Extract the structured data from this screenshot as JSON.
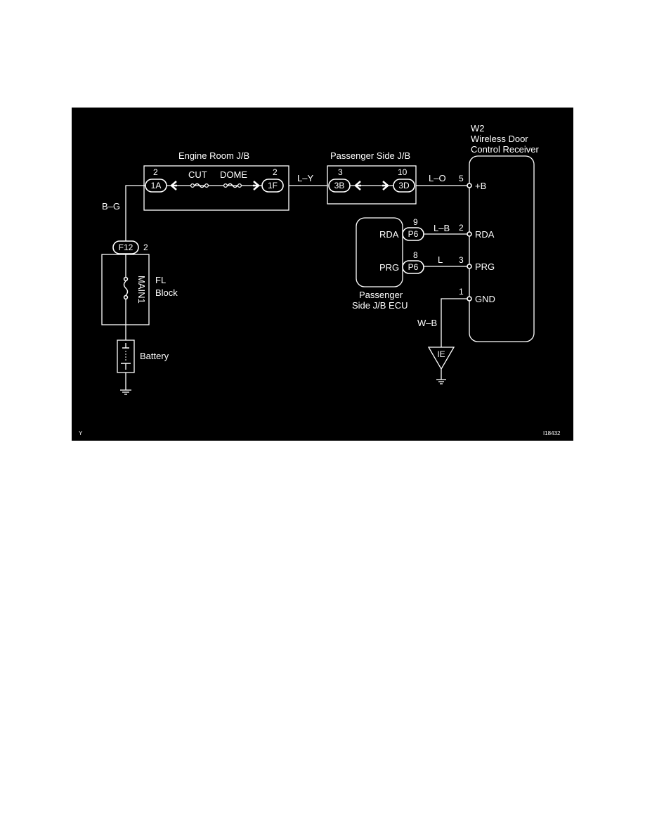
{
  "frame": {
    "corner_left": "Y",
    "corner_right": "I18432"
  },
  "engine_room_jb": {
    "title": "Engine Room J/B",
    "conn_left": "1A",
    "pin_left": "2",
    "conn_right": "1F",
    "pin_right": "2",
    "fuse1": "CUT",
    "fuse2": "DOME"
  },
  "passenger_jb": {
    "title": "Passenger Side J/B",
    "conn_left": "3B",
    "pin_left": "3",
    "conn_right": "3D",
    "pin_right": "10"
  },
  "receiver": {
    "code": "W2",
    "name1": "Wireless Door",
    "name2": "Control Receiver",
    "pin_b": "5",
    "term_b": "+B",
    "pin_rda": "2",
    "term_rda": "RDA",
    "pin_prg": "3",
    "term_prg": "PRG",
    "pin_gnd": "1",
    "term_gnd": "GND"
  },
  "ecu": {
    "term_rda": "RDA",
    "term_prg": "PRG",
    "conn": "P6",
    "pin_rda": "9",
    "pin_prg": "8",
    "name1": "Passenger",
    "name2": "Side J/B ECU"
  },
  "wires": {
    "bg": "B–G",
    "ly": "L–Y",
    "lo": "L–O",
    "lb": "L–B",
    "l": "L",
    "wb": "W–B"
  },
  "fl_block": {
    "conn": "F12",
    "pin": "2",
    "fuse": "MAIN1",
    "name1": "FL",
    "name2": "Block"
  },
  "battery": {
    "label": "Battery"
  },
  "ground": {
    "label": "IE"
  }
}
